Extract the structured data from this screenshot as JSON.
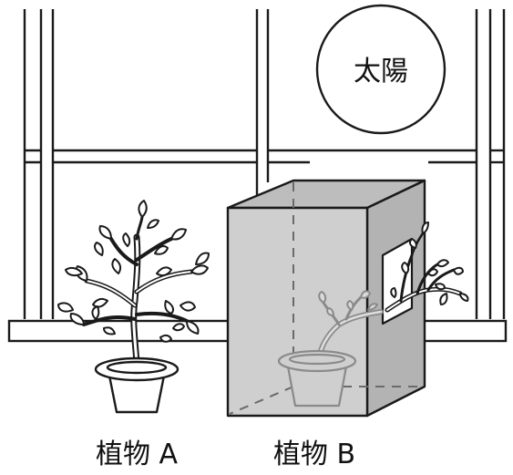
{
  "sun": {
    "label": "太陽"
  },
  "plants": [
    {
      "label": "植物 A"
    },
    {
      "label": "植物 B"
    }
  ],
  "colors": {
    "line": "#1a1a1a",
    "box_front": "#cfcfcf",
    "box_top": "#bdbdbd",
    "box_side": "#b3b3b3",
    "inner_plant": "#8a8a8a"
  }
}
